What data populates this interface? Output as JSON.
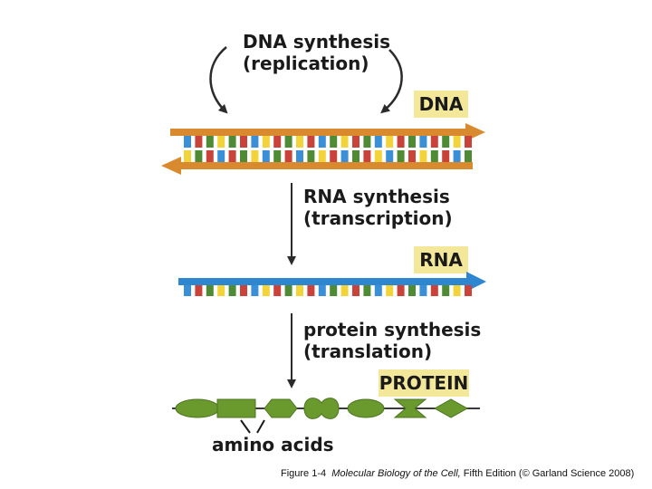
{
  "replication": {
    "line1": "DNA synthesis",
    "line2": "(replication)"
  },
  "dna_label": "DNA",
  "transcription": {
    "line1": "RNA synthesis",
    "line2": "(transcription)"
  },
  "rna_label": "RNA",
  "translation": {
    "line1": "protein synthesis",
    "line2": "(translation)"
  },
  "protein_label": "PROTEIN",
  "amino_acids_label": "amino acids",
  "caption": {
    "figure": "Figure 1-4",
    "book": "Molecular Biology of the Cell,",
    "rest": " Fifth Edition (© Garland Science 2008)"
  },
  "colors": {
    "dna_backbone": "#d9892e",
    "rna_backbone": "#2e86d1",
    "base_blue": "#3a8fd6",
    "base_yellow": "#f2d43a",
    "base_red": "#c9433a",
    "base_green": "#4f8a34",
    "protein_green": "#6a9a2e",
    "label_box": "#f3e79a"
  },
  "rna_bases": [
    "blue",
    "red",
    "green",
    "yellow",
    "green",
    "red",
    "blue",
    "yellow",
    "red",
    "green",
    "yellow",
    "red",
    "blue",
    "green",
    "yellow",
    "red",
    "green",
    "blue",
    "yellow",
    "red",
    "green",
    "blue",
    "red",
    "green",
    "yellow",
    "red"
  ]
}
